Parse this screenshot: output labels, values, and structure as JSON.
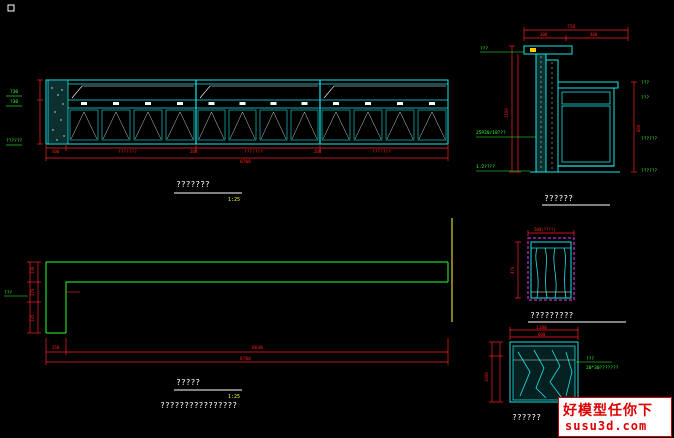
{
  "colors": {
    "bg": "#000000",
    "dim": "#ff2020",
    "cyan": "#19e6e6",
    "green": "#30ff30",
    "yellow": "#ffff33",
    "magenta": "#ff33ff",
    "white": "#ffffff",
    "grey": "#808080"
  },
  "elevation": {
    "labels": [
      "???????",
      "???????",
      "???????"
    ],
    "overall": "8700",
    "segs": [
      "500",
      "200",
      "200"
    ],
    "levels": [
      "?30",
      "?30",
      "??????"
    ],
    "title": "???????",
    "scale": "1:25"
  },
  "section": {
    "top_dims": [
      "750",
      "300",
      "400"
    ],
    "left_labels": [
      "???",
      "25P20/18???",
      "1.2????"
    ],
    "right_labels": [
      "???",
      "???",
      "??????",
      "??????"
    ],
    "heights": [
      "880",
      "1100"
    ],
    "title": "??????"
  },
  "plan": {
    "overall": "8700",
    "inner": "8640",
    "offset": "350",
    "vdims": [
      "130",
      "270",
      "135"
    ],
    "left_label": "???",
    "title": "?????",
    "subtitle": "????????????????",
    "scale": "1:25"
  },
  "detail1": {
    "top": "500(????)",
    "side": "470",
    "title": "?????????"
  },
  "detail2": {
    "top": "1180",
    "width": "600",
    "height": "1000",
    "labels": [
      "???",
      "20*30???????"
    ],
    "title": "??????"
  },
  "watermark": {
    "line1": "好模型任你下",
    "line2": "susu3d.com"
  }
}
